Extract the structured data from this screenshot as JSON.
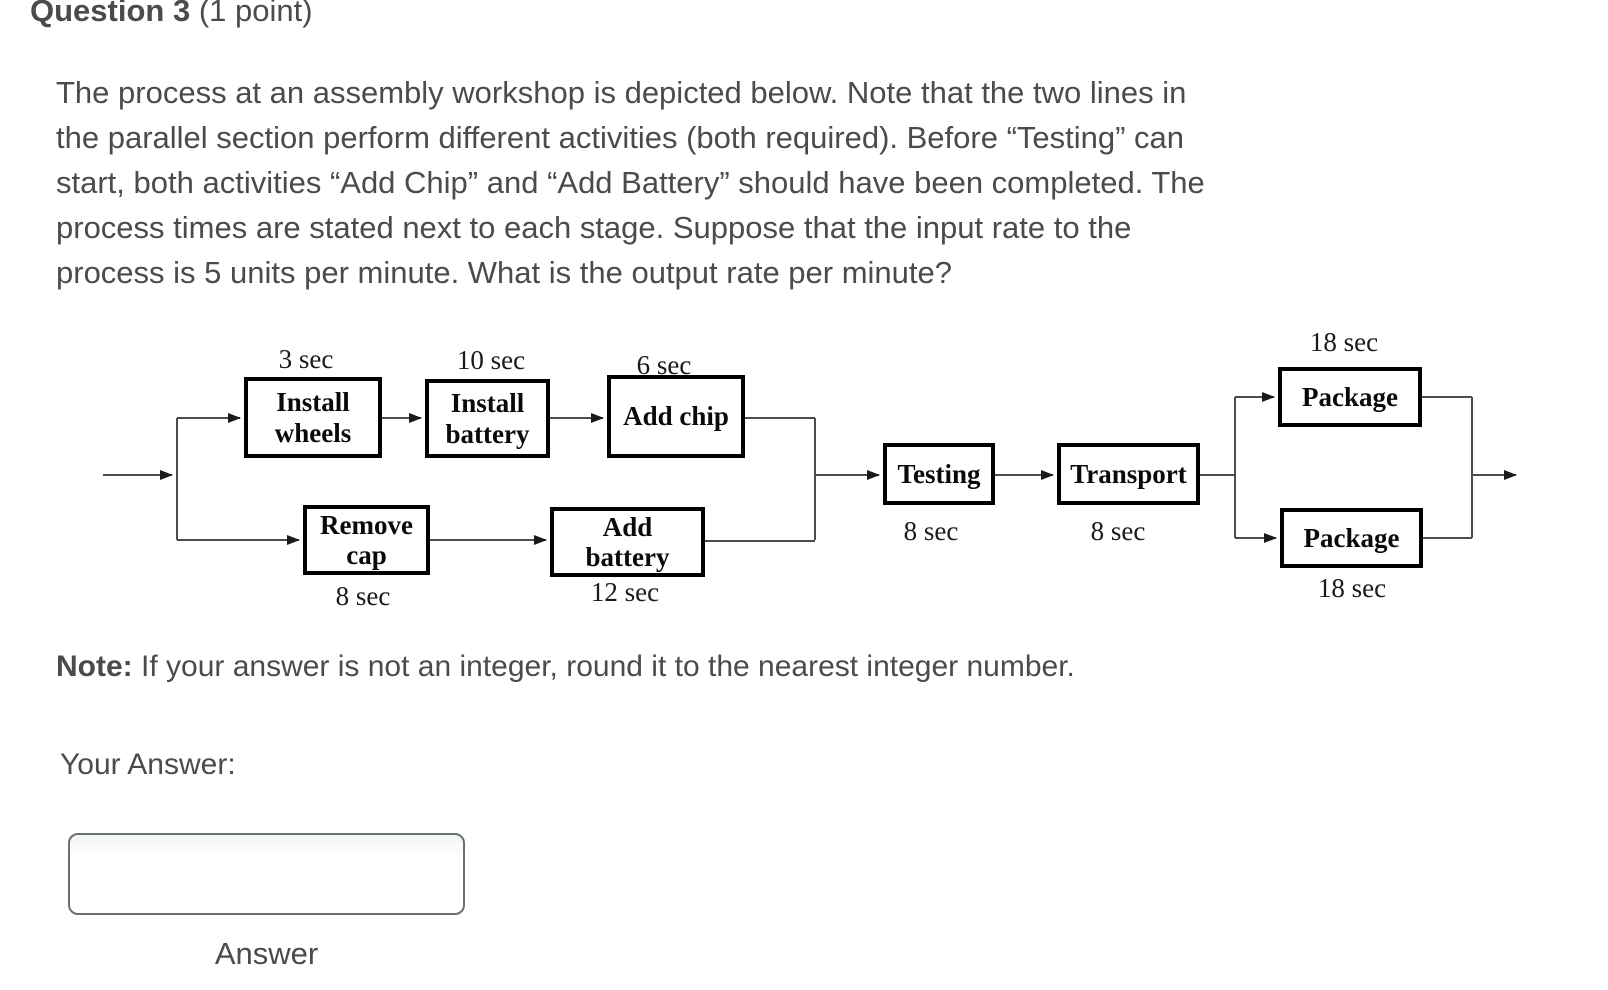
{
  "header": {
    "title": "Question 3",
    "points": "(1 point)"
  },
  "question": {
    "lines": [
      "The process at an assembly workshop is depicted below. Note that the two lines in",
      "the parallel section perform different activities (both required). Before “Testing” can",
      "start, both activities “Add Chip” and “Add Battery” should have been completed. The",
      "process times are stated next to each stage. Suppose that the input rate to the",
      "process is 5 units per minute. What is the output rate per minute?"
    ]
  },
  "diagram": {
    "stages": [
      {
        "label": "Install wheels",
        "time": "3 sec"
      },
      {
        "label": "Install battery",
        "time": "10 sec"
      },
      {
        "label": "Add chip",
        "time": "6 sec"
      },
      {
        "label": "Remove cap",
        "time": "8 sec"
      },
      {
        "label": "Add battery",
        "time": "12 sec"
      },
      {
        "label": "Testing",
        "time": "8 sec"
      },
      {
        "label": "Transport",
        "time": "8 sec"
      },
      {
        "label": "Package",
        "time": "18 sec"
      },
      {
        "label": "Package",
        "time": "18 sec"
      }
    ]
  },
  "note": {
    "label": "Note:",
    "text": "If your answer is not an integer, round it to the nearest integer number."
  },
  "answer": {
    "label": "Your Answer:",
    "input_value": "",
    "caption": "Answer"
  },
  "colors": {
    "body_text": "#494c4e",
    "diagram_line": "#4d4d4d",
    "box_border": "#000000",
    "input_border": "#697073"
  }
}
